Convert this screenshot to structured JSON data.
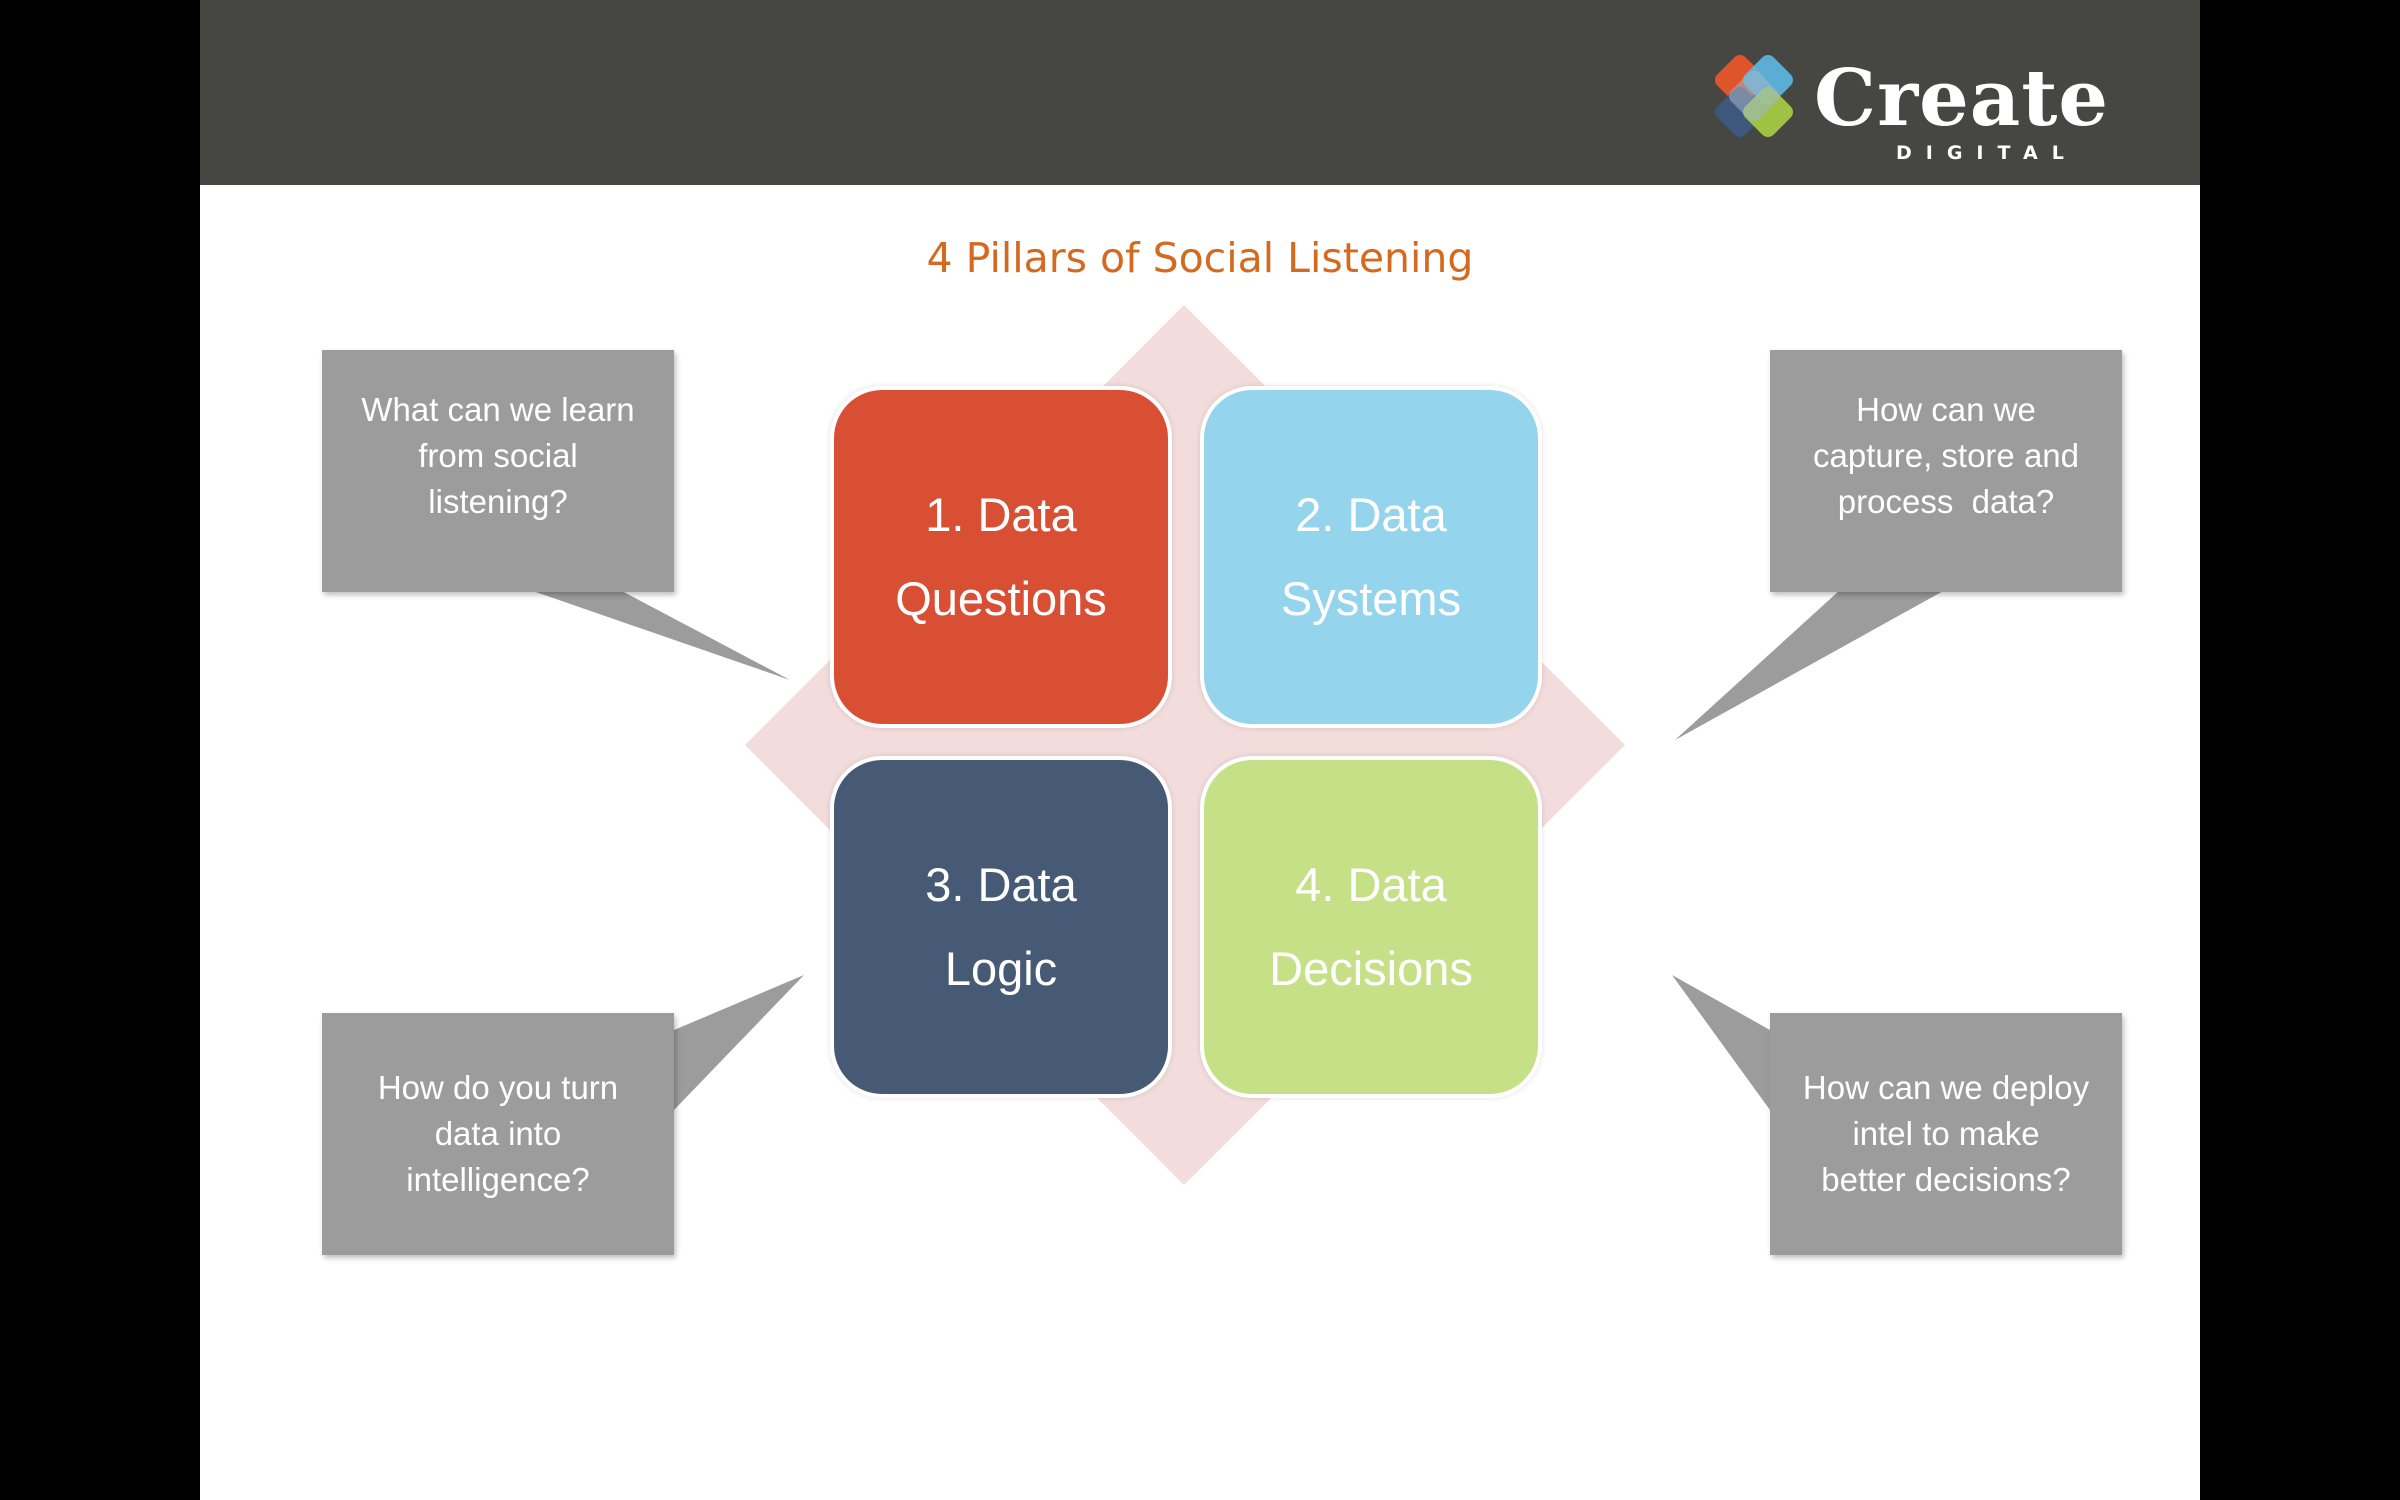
{
  "logo": {
    "word": "Create",
    "sub": "DIGITAL",
    "colors": [
      "#e8562a",
      "#5db8e6",
      "#a8cf45",
      "#3d5a84"
    ]
  },
  "diagram": {
    "title": "4 Pillars of Social Listening",
    "pillars": [
      {
        "line1": "1. Data",
        "line2": "Questions",
        "color": "#d94f33"
      },
      {
        "line1": "2. Data",
        "line2": "Systems",
        "color": "#95d4ed"
      },
      {
        "line1": "3. Data",
        "line2": "Logic",
        "color": "#475a75"
      },
      {
        "line1": "4. Data",
        "line2": "Decisions",
        "color": "#c6e088"
      }
    ],
    "callouts": [
      {
        "text": "What can we learn\nfrom social\nlistening?"
      },
      {
        "text": "How can we\ncapture, store and\nprocess  data?"
      },
      {
        "text": "How do you turn\ndata into\nintelligence?"
      },
      {
        "text": "How can we deploy\nintel to make\nbetter decisions?"
      }
    ],
    "colors": {
      "title": "#d46a20",
      "callout": "#9c9c9c",
      "diamond": "#f3dcdc"
    }
  }
}
